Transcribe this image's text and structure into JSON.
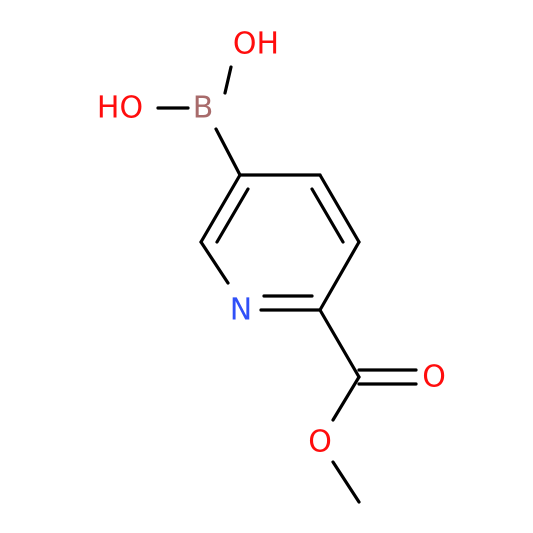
{
  "molecule": {
    "atoms": {
      "oh_top": {
        "text": "OH",
        "color": "#ff0d0d"
      },
      "oh_left": {
        "text": "HO",
        "color": "#ff0d0d"
      },
      "boron": {
        "text": "B",
        "color": "#a86b6b"
      },
      "nitrogen": {
        "text": "N",
        "color": "#3050f8"
      },
      "carbonyl_o": {
        "text": "O",
        "color": "#ff0d0d"
      },
      "ester_o": {
        "text": "O",
        "color": "#ff0d0d"
      }
    },
    "bond_color": "#000000"
  }
}
